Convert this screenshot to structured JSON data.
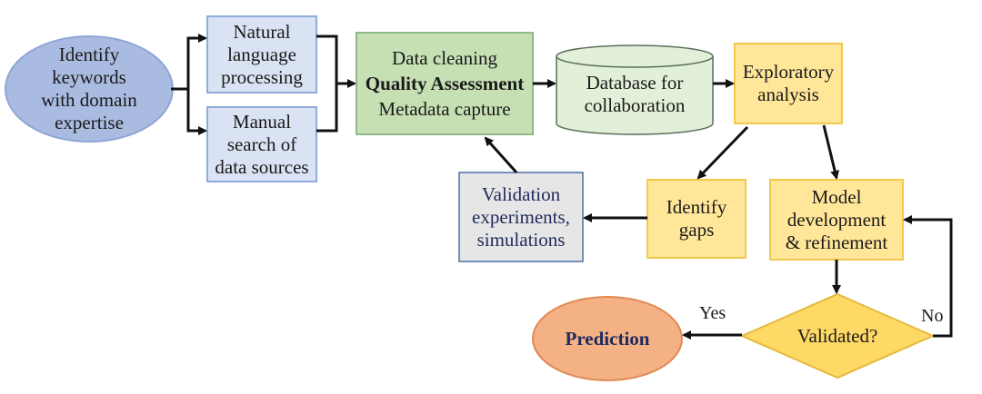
{
  "diagram": {
    "nodes": {
      "identify_keywords": {
        "lines": [
          "Identify",
          "keywords",
          "with domain",
          "expertise"
        ],
        "shape": "ellipse"
      },
      "nlp": {
        "lines": [
          "Natural",
          "language",
          "processing"
        ],
        "shape": "rect"
      },
      "manual_search": {
        "lines": [
          "Manual",
          "search of",
          "data sources"
        ],
        "shape": "rect"
      },
      "data_cleaning": {
        "line1": "Data cleaning",
        "line2": "Quality Assessment",
        "line3": "Metadata capture",
        "shape": "rect"
      },
      "database": {
        "lines": [
          "Database for",
          "collaboration"
        ],
        "shape": "cylinder"
      },
      "exploratory": {
        "lines": [
          "Exploratory",
          "analysis"
        ],
        "shape": "rect"
      },
      "identify_gaps": {
        "lines": [
          "Identify",
          "gaps"
        ],
        "shape": "rect"
      },
      "validation_experiments": {
        "lines": [
          "Validation",
          "experiments,",
          "simulations"
        ],
        "shape": "rect"
      },
      "model_dev": {
        "lines": [
          "Model",
          "development",
          "& refinement"
        ],
        "shape": "rect"
      },
      "validated": {
        "label": "Validated?",
        "shape": "diamond"
      },
      "prediction": {
        "label": "Prediction",
        "shape": "ellipse"
      }
    },
    "edge_labels": {
      "yes": "Yes",
      "no": "No"
    },
    "colors": {
      "blue_fill": "#dae3f3",
      "blue_stroke": "#8faadc",
      "ellipse_fill": "#a9bbe0",
      "ellipse_stroke": "#8fa5d5",
      "green_fill": "#c6e0b4",
      "green_stroke": "#8fb98a",
      "cyl_fill": "#e2f0d9",
      "cyl_stroke": "#5a6f5a",
      "yellow_fill": "#ffe699",
      "yellow_stroke": "#f2c94c",
      "grey_fill": "#e7e6e6",
      "grey_stroke": "#4a6fa5",
      "diamond_fill": "#ffd966",
      "diamond_stroke": "#e5b93d",
      "orange_fill": "#f4b183",
      "orange_stroke": "#e08a55",
      "arrow": "#111111"
    }
  }
}
